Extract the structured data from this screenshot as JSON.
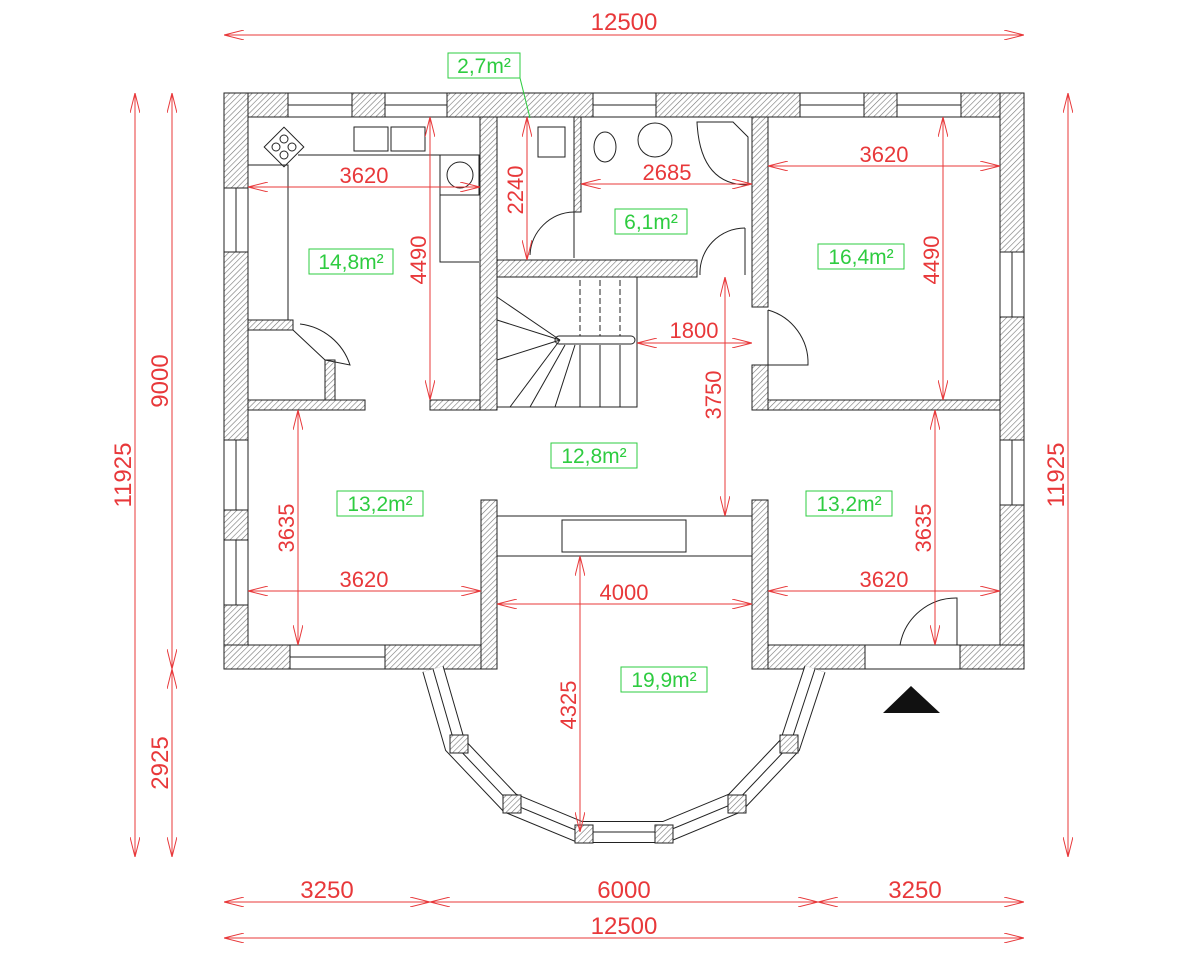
{
  "dimensions": {
    "top_total": "12500",
    "bottom_total": "12500",
    "bottom_left": "3250",
    "bottom_mid": "6000",
    "bottom_right": "3250",
    "left_total": "11925",
    "left_main": "9000",
    "left_bay": "2925",
    "right_total": "11925",
    "kitchen_width": "3620",
    "kitchen_depth": "4490",
    "wc_depth": "2240",
    "bath_width": "2685",
    "bedroom_ne_width": "3620",
    "bedroom_ne_depth": "4490",
    "stair_gap": "1800",
    "hall_depth": "3750",
    "room_sw_depth": "3635",
    "room_sw_width": "3620",
    "bay_width": "4000",
    "bay_depth": "4325",
    "room_se_width": "3620",
    "room_se_depth": "3635"
  },
  "areas": {
    "wc": "2,7m²",
    "kitchen": "14,8m²",
    "bath": "6,1m²",
    "bedroom_ne": "16,4m²",
    "hall": "12,8m²",
    "room_sw": "13,2m²",
    "room_se": "13,2m²",
    "living_bay": "19,9m²"
  },
  "colors": {
    "dimension": "#e8383a",
    "area_label": "#2ecc40",
    "wall": "#222222"
  }
}
